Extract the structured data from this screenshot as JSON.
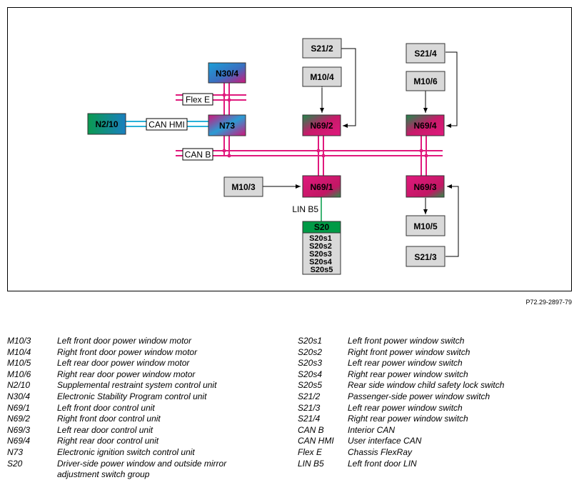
{
  "reference": "P72.29-2897-79",
  "colors": {
    "magenta_bus": "#e0197d",
    "can_hmi": "#2ab0d8",
    "lin": "#009a46",
    "gray_box": "#d9d9d9"
  },
  "boxes": {
    "n30_4": "N30/4",
    "n2_10": "N2/10",
    "n73": "N73",
    "s21_2": "S21/2",
    "m10_4": "M10/4",
    "n69_2": "N69/2",
    "s21_4": "S21/4",
    "m10_6": "M10/6",
    "n69_4": "N69/4",
    "m10_3": "M10/3",
    "n69_1": "N69/1",
    "n69_3": "N69/3",
    "m10_5": "M10/5",
    "s21_3": "S21/3",
    "s20": "S20",
    "s20_subs": [
      "S20s1",
      "S20s2",
      "S20s3",
      "S20s4",
      "S20s5"
    ]
  },
  "bus_labels": {
    "flex_e": "Flex E",
    "can_hmi": "CAN HMI",
    "can_b": "CAN B",
    "lin_b5": "LIN B5"
  },
  "legend_left": [
    {
      "code": "M10/3",
      "desc": "Left front door power window motor"
    },
    {
      "code": "M10/4",
      "desc": "Right front door power window motor"
    },
    {
      "code": "M10/5",
      "desc": "Left rear door power window motor"
    },
    {
      "code": "M10/6",
      "desc": "Right rear door power window motor"
    },
    {
      "code": "N2/10",
      "desc": "Supplemental restraint system control unit"
    },
    {
      "code": "N30/4",
      "desc": "Electronic Stability Program control unit"
    },
    {
      "code": "N69/1",
      "desc": "Left front door control unit"
    },
    {
      "code": "N69/2",
      "desc": "Right front door control unit"
    },
    {
      "code": "N69/3",
      "desc": "Left rear door control unit"
    },
    {
      "code": "N69/4",
      "desc": "Right rear door control unit"
    },
    {
      "code": "N73",
      "desc": "Electronic ignition switch control unit"
    },
    {
      "code": "S20",
      "desc": "Driver-side power window and outside mirror adjustment switch group"
    }
  ],
  "legend_right": [
    {
      "code": "S20s1",
      "desc": "Left front power window switch"
    },
    {
      "code": "S20s2",
      "desc": "Right front power window switch"
    },
    {
      "code": "S20s3",
      "desc": "Left rear power window switch"
    },
    {
      "code": "S20s4",
      "desc": "Right rear power window switch"
    },
    {
      "code": "S20s5",
      "desc": "Rear side window child safety lock switch"
    },
    {
      "code": "S21/2",
      "desc": "Passenger-side power window switch"
    },
    {
      "code": "S21/3",
      "desc": "Left rear power window switch"
    },
    {
      "code": "S21/4",
      "desc": "Right rear power window switch"
    },
    {
      "code": "CAN B",
      "desc": "Interior CAN"
    },
    {
      "code": "CAN HMI",
      "desc": "User interface CAN"
    },
    {
      "code": "Flex E",
      "desc": "Chassis FlexRay"
    },
    {
      "code": "LIN B5",
      "desc": "Left front door LIN"
    }
  ]
}
